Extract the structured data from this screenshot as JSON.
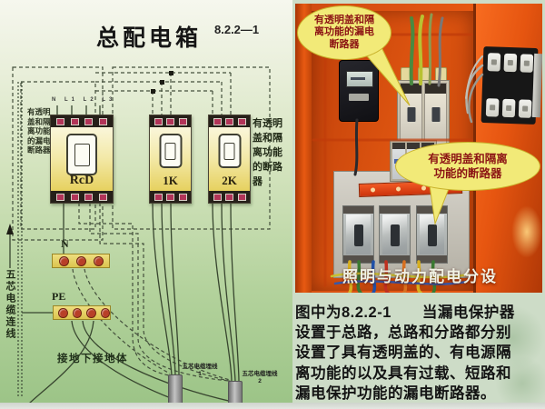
{
  "left_panel": {
    "title": "总配电箱",
    "ref": "8.2.2—1",
    "terminal_labels": "N L1 L2 L3",
    "breaker_main": "RcD",
    "breaker_1": "1K",
    "breaker_2": "2K",
    "note_left": "有透明盖和隔离功能的漏电断路器",
    "note_right": "有透明盖和隔离功能的断路器",
    "n_bus": "N",
    "pe_bus": "PE",
    "ground_text": "接地下接地体",
    "incoming_cable": "五芯电缆连线",
    "buried_cable_label": "五芯电缆埋线",
    "buried_cable_no1": "1",
    "buried_cable_no2": "2"
  },
  "photo": {
    "callout_top": {
      "line1": "有透明盖和隔",
      "line2": "离功能的漏电",
      "line3": "断路器"
    },
    "callout_mid": {
      "line1": "有透明盖和隔离",
      "line2": "功能的断路器"
    },
    "caption": "照明与动力配电分设"
  },
  "description": {
    "line1": "图中为8.2.2-1　　当漏电保护器",
    "line2": "设置于总路，总路和分路都分别",
    "line3": "设置了具有透明盖的、有电源隔",
    "line4": "离功能的以及具有过载、短路和",
    "line5": "漏电保护功能的漏电断路器。"
  },
  "colors": {
    "slide_bg": "#cddcc7",
    "diagram_green": "#a9cd92",
    "cabinet_orange": "#e65812",
    "callout_yellow": "#f2ea78",
    "callout_text": "#8c1414",
    "breaker_yellow": "#eedd75"
  }
}
